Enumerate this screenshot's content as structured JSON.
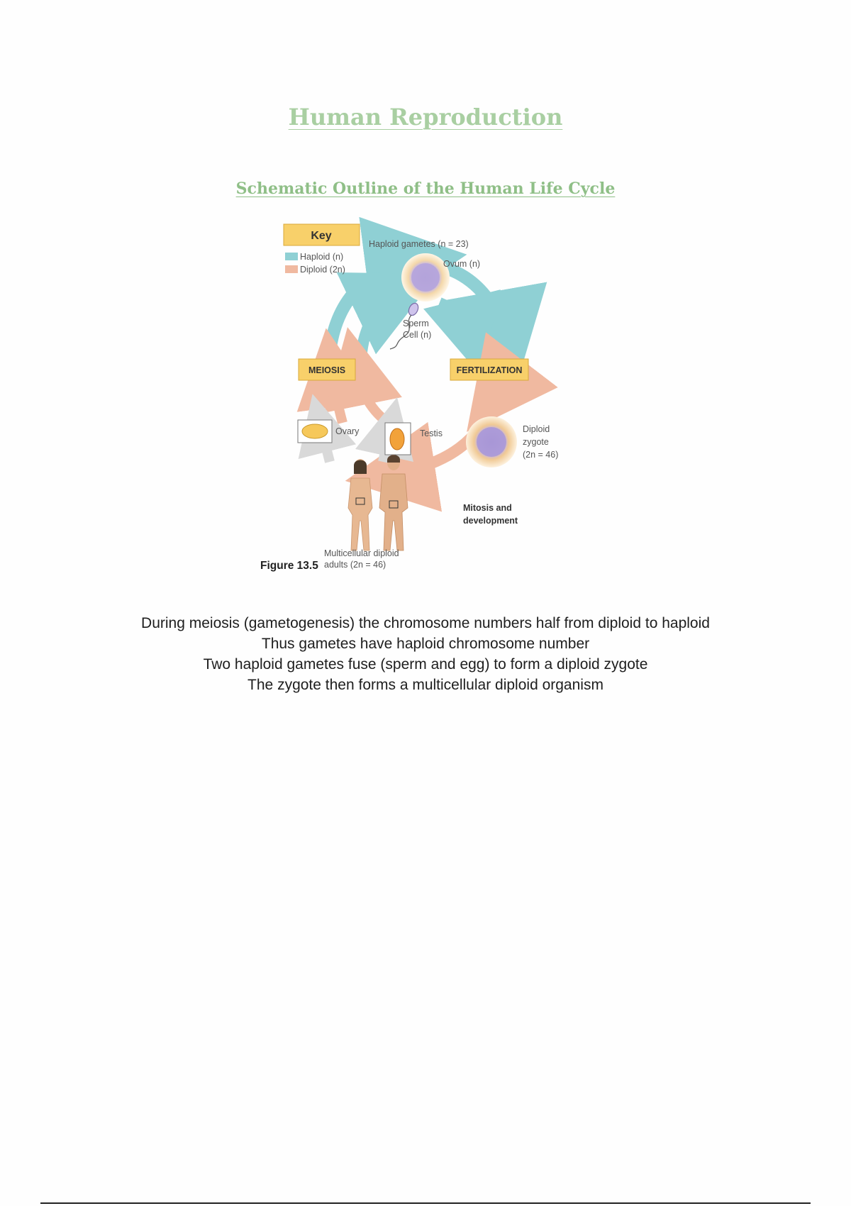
{
  "title": "Human Reproduction",
  "subtitle": "Schematic Outline of the Human Life Cycle",
  "figure": {
    "key_title": "Key",
    "key_haploid": "Haploid (n)",
    "key_diploid": "Diploid (2n)",
    "haploid_gametes": "Haploid gametes (n = 23)",
    "ovum": "Ovum (n)",
    "sperm_line1": "Sperm",
    "sperm_line2": "Cell (n)",
    "meiosis": "MEIOSIS",
    "fertilization": "FERTILIZATION",
    "ovary": "Ovary",
    "testis": "Testis",
    "zygote_line1": "Diploid",
    "zygote_line2": "zygote",
    "zygote_line3": "(2n = 46)",
    "mitosis_line1": "Mitosis and",
    "mitosis_line2": "development",
    "adults_line1": "Multicellular diploid",
    "adults_line2": "adults (2n = 46)",
    "figure_label": "Figure 13.5",
    "colors": {
      "haploid": "#8fd0d4",
      "diploid": "#f0b9a0",
      "box": "#f8d06a"
    }
  },
  "body": {
    "line1": "During meiosis (gametogenesis) the chromosome numbers half from diploid to haploid",
    "line2": "Thus gametes have haploid chromosome number",
    "line3": "Two haploid gametes fuse (sperm and egg) to form a diploid zygote",
    "line4": "The zygote then forms a multicellular diploid organism"
  }
}
